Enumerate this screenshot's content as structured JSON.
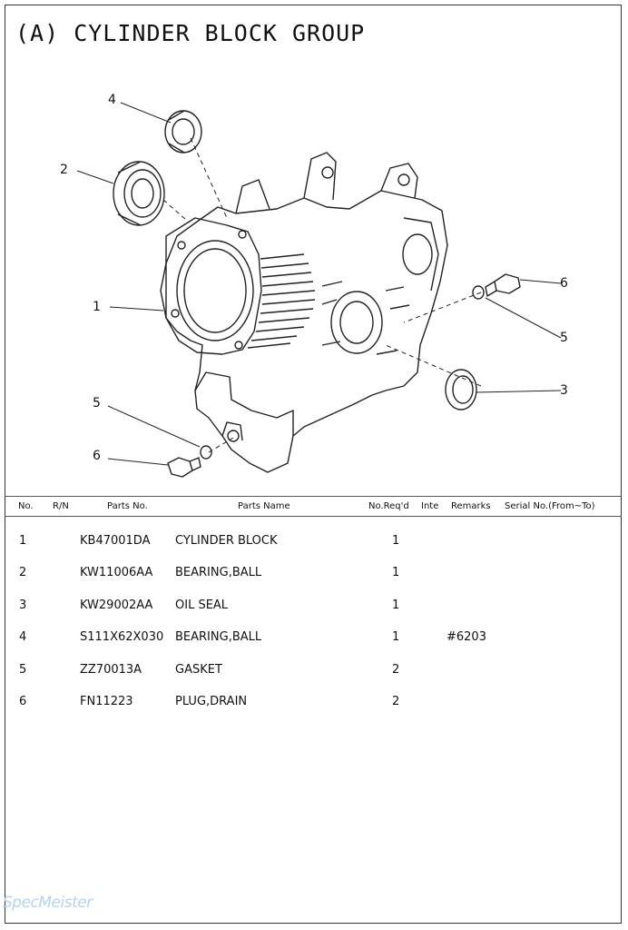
{
  "title": "(A) CYLINDER BLOCK GROUP",
  "diagram": {
    "callouts": [
      "4",
      "2",
      "1",
      "6",
      "5",
      "3",
      "5",
      "6"
    ]
  },
  "table": {
    "headers": {
      "no": "No.",
      "rn": "R/N",
      "parts_no": "Parts No.",
      "parts_name": "Parts Name",
      "no_reqd": "No.Req'd",
      "inte": "Inte",
      "remarks": "Remarks",
      "serial": "Serial No.(From~To)"
    },
    "rows": [
      {
        "no": "1",
        "parts_no": "KB47001DA",
        "name": "CYLINDER BLOCK",
        "qty": "1",
        "remarks": ""
      },
      {
        "no": "2",
        "parts_no": "KW11006AA",
        "name": "BEARING,BALL",
        "qty": "1",
        "remarks": ""
      },
      {
        "no": "3",
        "parts_no": "KW29002AA",
        "name": "OIL SEAL",
        "qty": "1",
        "remarks": ""
      },
      {
        "no": "4",
        "parts_no": "S111X62X030",
        "name": "BEARING,BALL",
        "qty": "1",
        "remarks": "#6203"
      },
      {
        "no": "5",
        "parts_no": "ZZ70013A",
        "name": "GASKET",
        "qty": "2",
        "remarks": ""
      },
      {
        "no": "6",
        "parts_no": "FN11223",
        "name": "PLUG,DRAIN",
        "qty": "2",
        "remarks": ""
      }
    ]
  },
  "watermark": "SpecMeister"
}
